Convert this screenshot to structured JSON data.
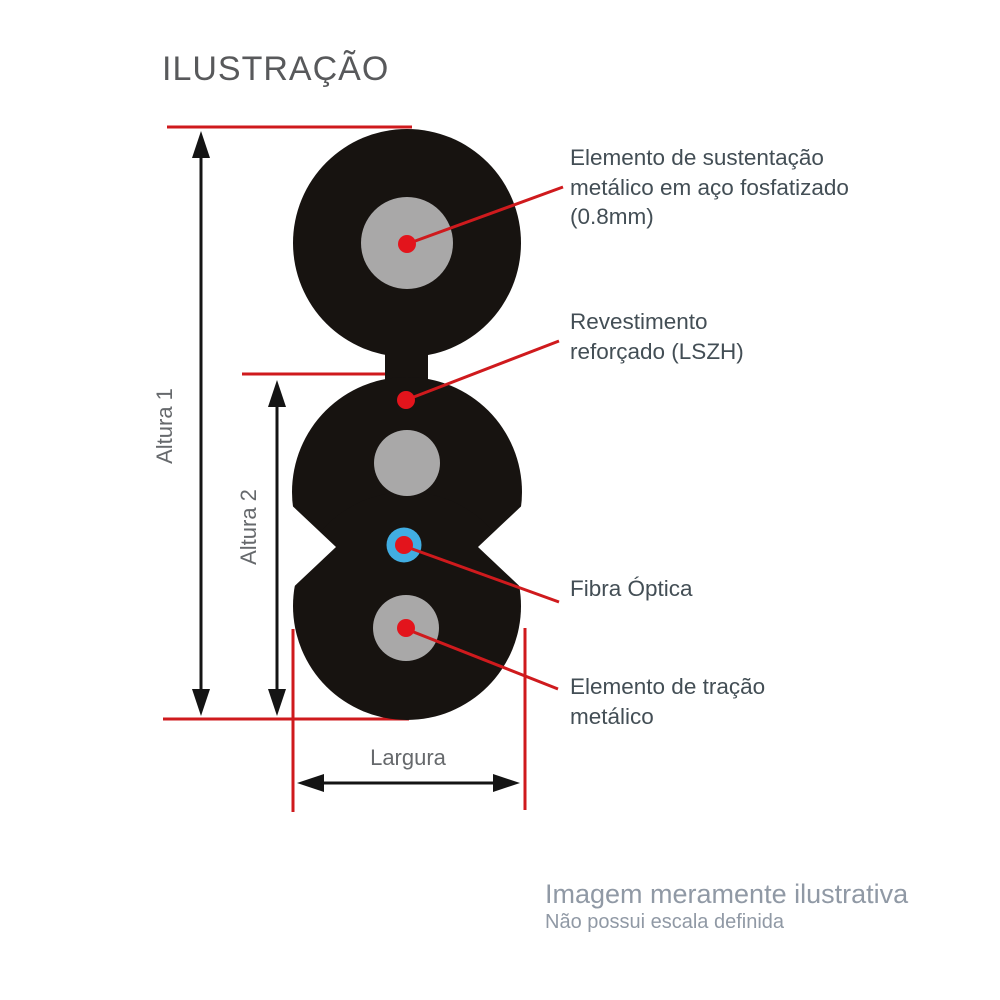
{
  "title": "ILUSTRAÇÃO",
  "dimensions": {
    "altura1": "Altura 1",
    "altura2": "Altura 2",
    "largura": "Largura"
  },
  "annotations": {
    "sustentacao": {
      "lines": [
        "Elemento de sustentação",
        "metálico em aço fosfatizado",
        "(0.8mm)"
      ]
    },
    "revestimento": {
      "lines": [
        "Revestimento",
        "reforçado (LSZH)"
      ]
    },
    "fibra": {
      "lines": [
        "Fibra Óptica"
      ]
    },
    "tracao": {
      "lines": [
        "Elemento de tração",
        "metálico"
      ]
    }
  },
  "footer": {
    "line1": "Imagem meramente ilustrativa",
    "line2": "Não possui escala definida"
  },
  "colors": {
    "cable_black": "#171310",
    "steel_gray": "#a9a8a8",
    "fiber_blue": "#41ade2",
    "red_line": "#cf1a1d",
    "red_dot": "#e3141c",
    "label_text": "#434e55",
    "dimension_text": "#66696c",
    "title_text": "#58595b",
    "footer_text": "#9099a5",
    "arrow_black": "#141414"
  }
}
